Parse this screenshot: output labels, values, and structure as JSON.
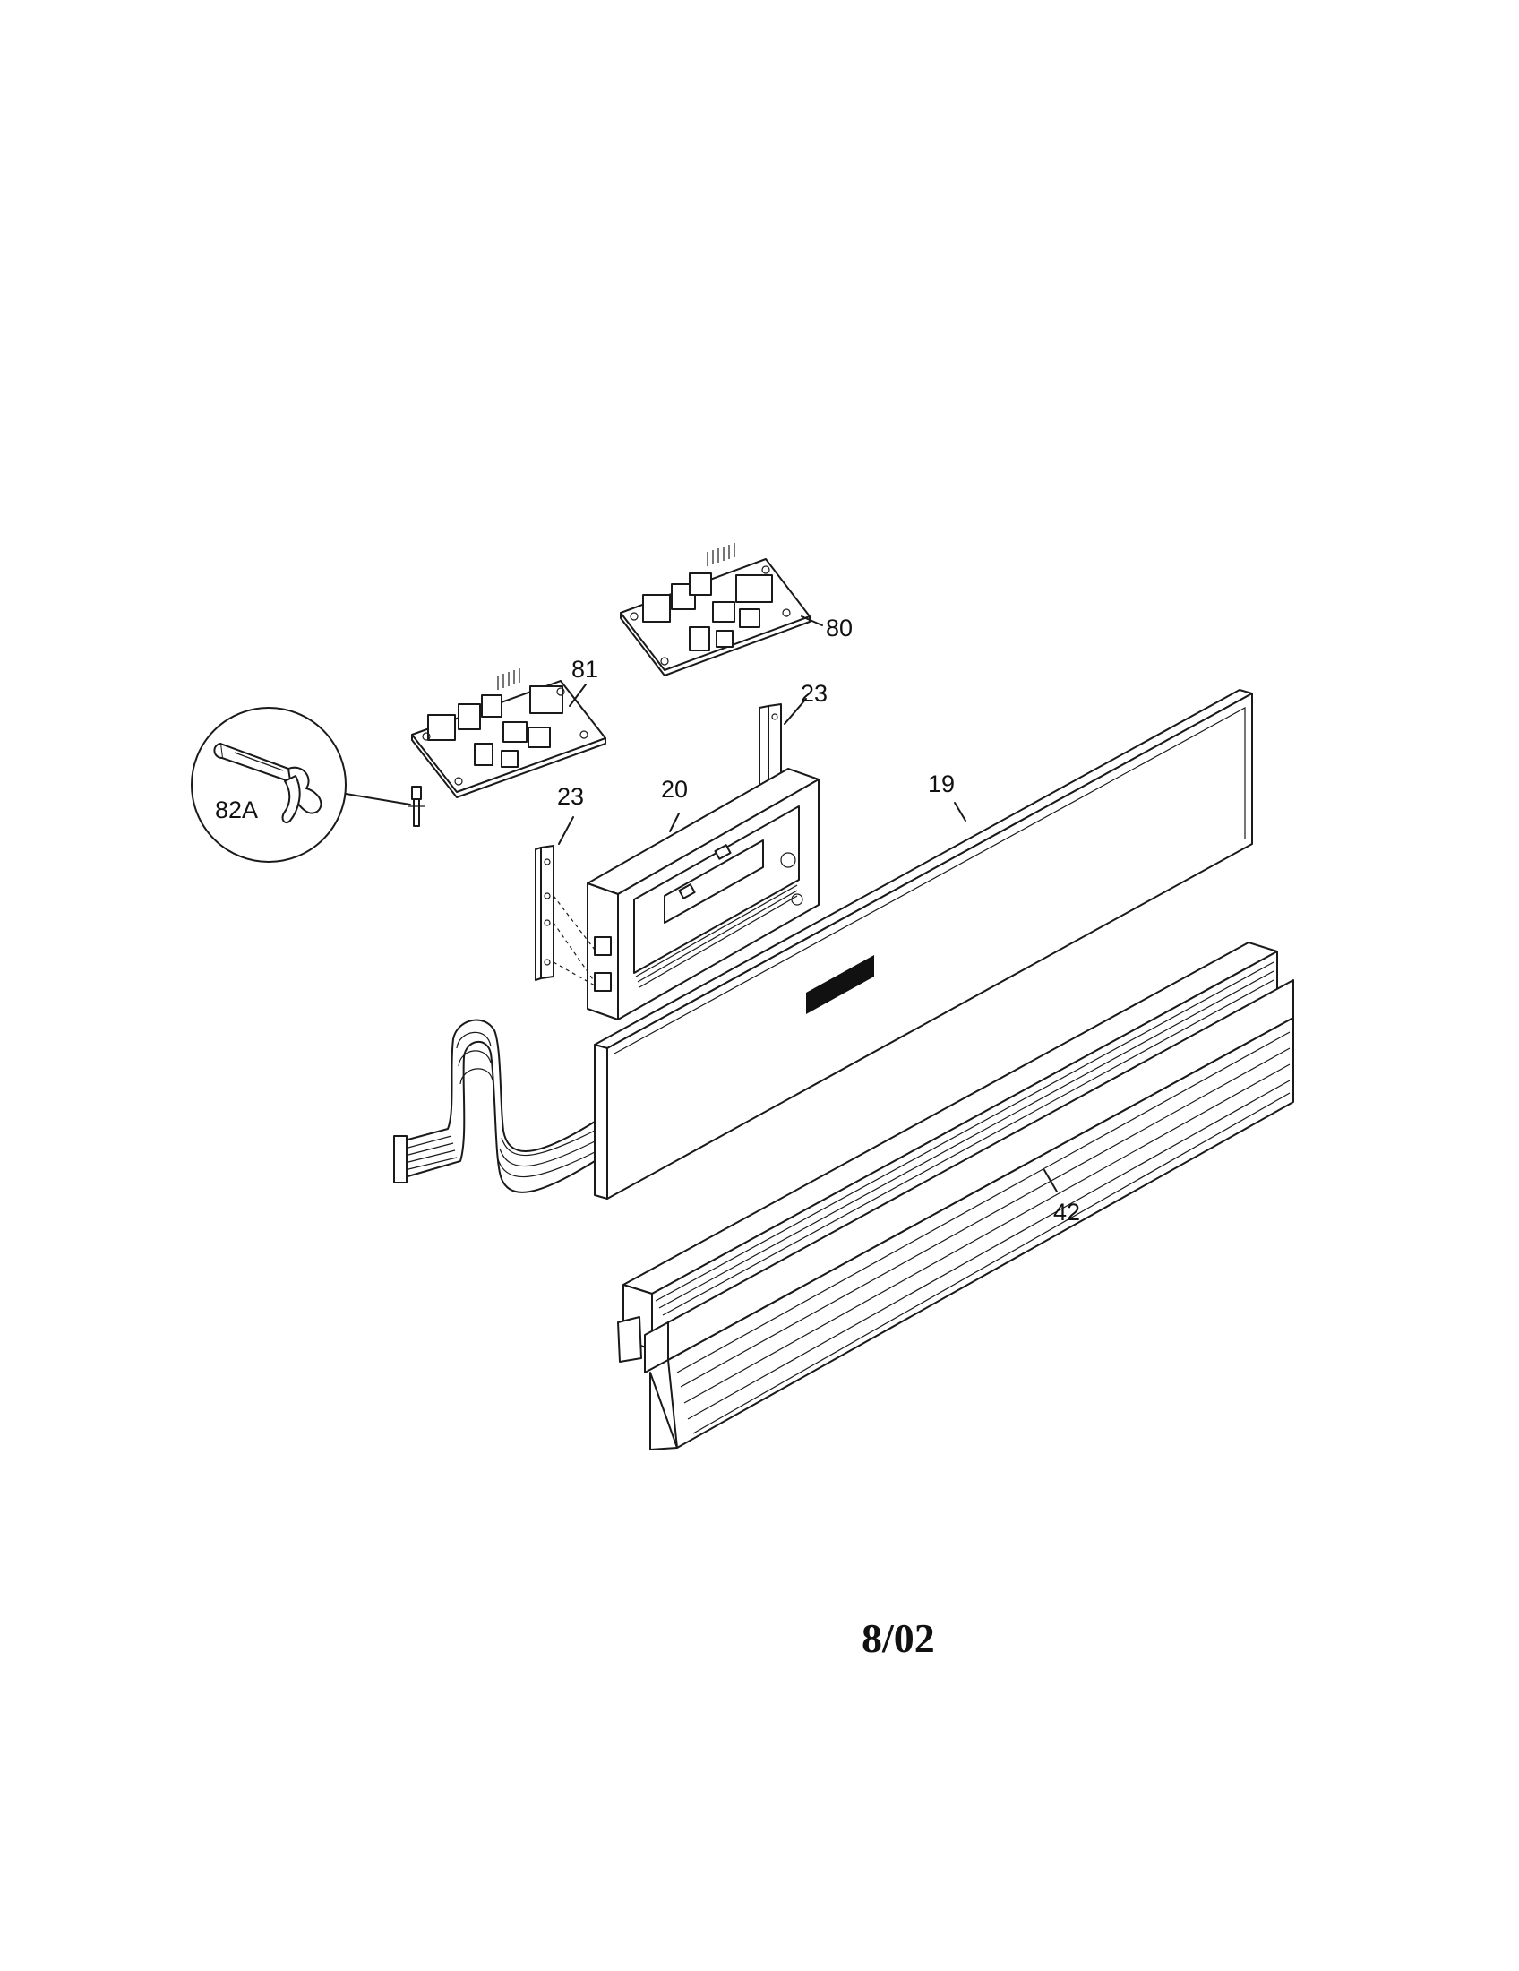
{
  "parts": {
    "board_80": "80",
    "board_81": "81",
    "clip_82a": "82A",
    "bracket_23_right": "23",
    "bracket_23_left": "23",
    "control_20": "20",
    "panel_19": "19",
    "trim_42": "42"
  },
  "footer": {
    "date": "8/02"
  },
  "colors": {
    "ink": "#1a1a1a",
    "background": "#ffffff",
    "decal": "#111111"
  }
}
